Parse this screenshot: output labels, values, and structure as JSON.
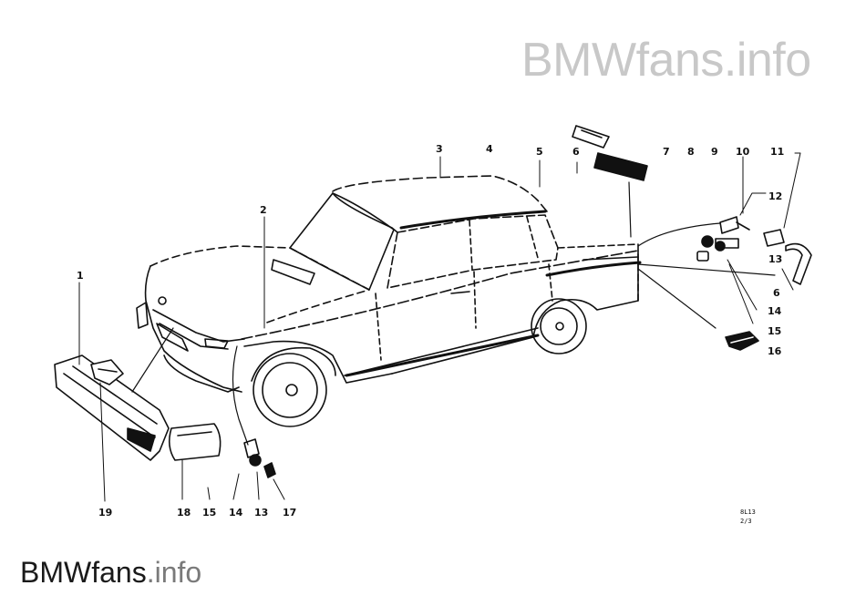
{
  "watermark": {
    "top_brand": "BMWfans",
    "top_suffix": ".info",
    "bottom_brand": "BMWfans",
    "bottom_suffix": ".info"
  },
  "diagram": {
    "part_labels": {
      "p1": "1",
      "p2": "2",
      "p3": "3",
      "p4": "4",
      "p5": "5",
      "p6a": "6",
      "p7": "7",
      "p8": "8",
      "p9": "9",
      "p10": "10",
      "p11": "11",
      "p12": "12",
      "p13a": "13",
      "p6b": "6",
      "p14a": "14",
      "p15a": "15",
      "p16": "16",
      "p19": "19",
      "p18": "18",
      "p15b": "15",
      "p14b": "14",
      "p13b": "13",
      "p17": "17"
    },
    "code_line1": "8L13",
    "code_line2": "2/3"
  }
}
